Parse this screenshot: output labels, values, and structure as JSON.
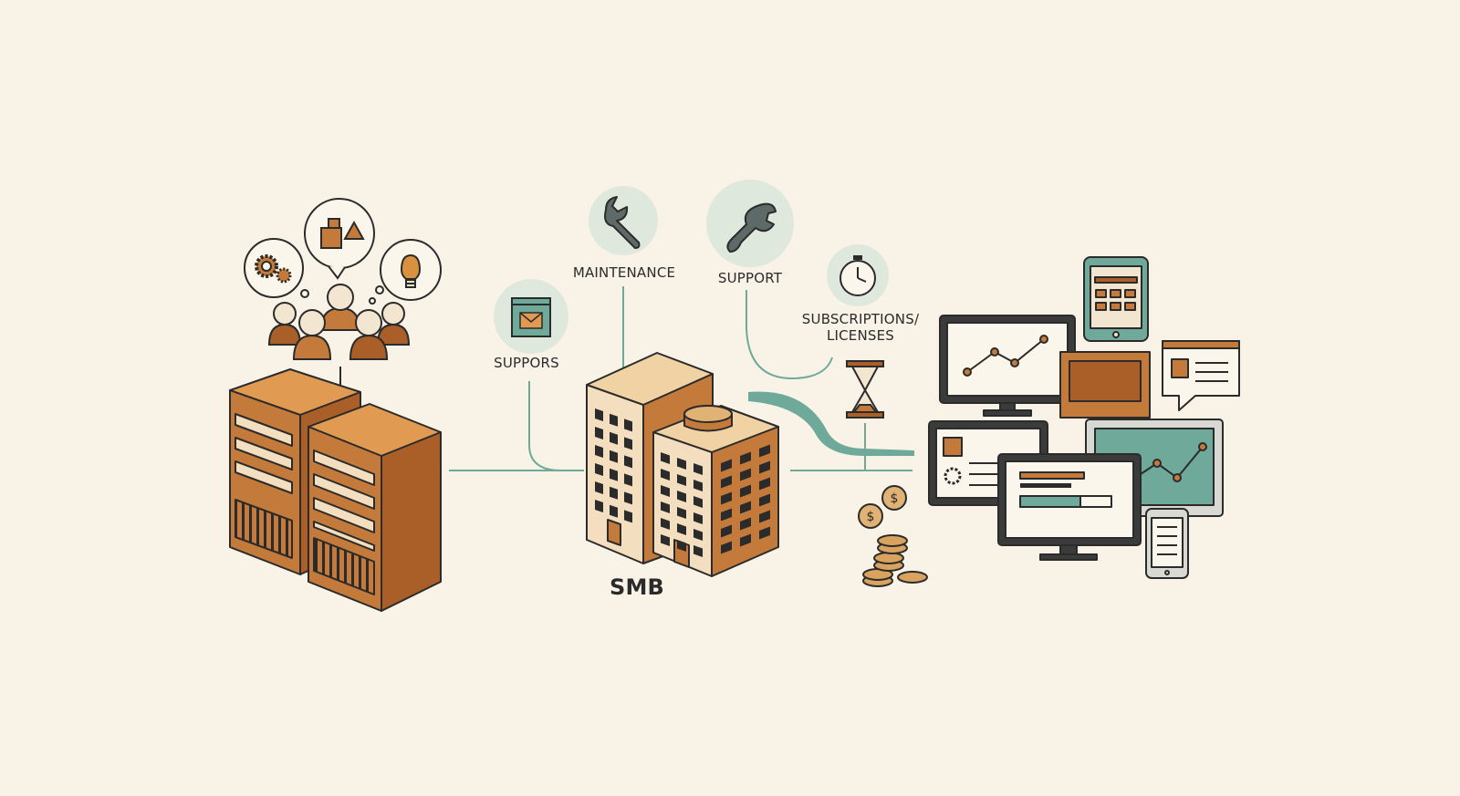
{
  "diagram": {
    "labels": {
      "suppors": "SUPPORS",
      "maintenance": "MAINTENANCE",
      "support": "SUPPORT",
      "subscriptions": "SUBSCRIPTIONS/\nLICENSES",
      "smb": "SMB"
    },
    "icons": {
      "suppors": "envelope-window-icon",
      "maintenance": "wrench-icon",
      "support": "wrench-icon",
      "subscriptions": "stopwatch-icon",
      "time": "hourglass-icon",
      "cost": "coins-icon",
      "team": "people-group-icon",
      "servers": "server-rack-icon",
      "building": "office-building-icon",
      "devices": "devices-dashboard-icon"
    },
    "colors": {
      "background": "#f9f3e7",
      "brown": "#c47a3a",
      "brown_dark": "#a95f27",
      "tan": "#f3dfbf",
      "teal": "#6fa99a",
      "teal_light": "#dfe8dc",
      "outline": "#2b2b2b"
    }
  }
}
